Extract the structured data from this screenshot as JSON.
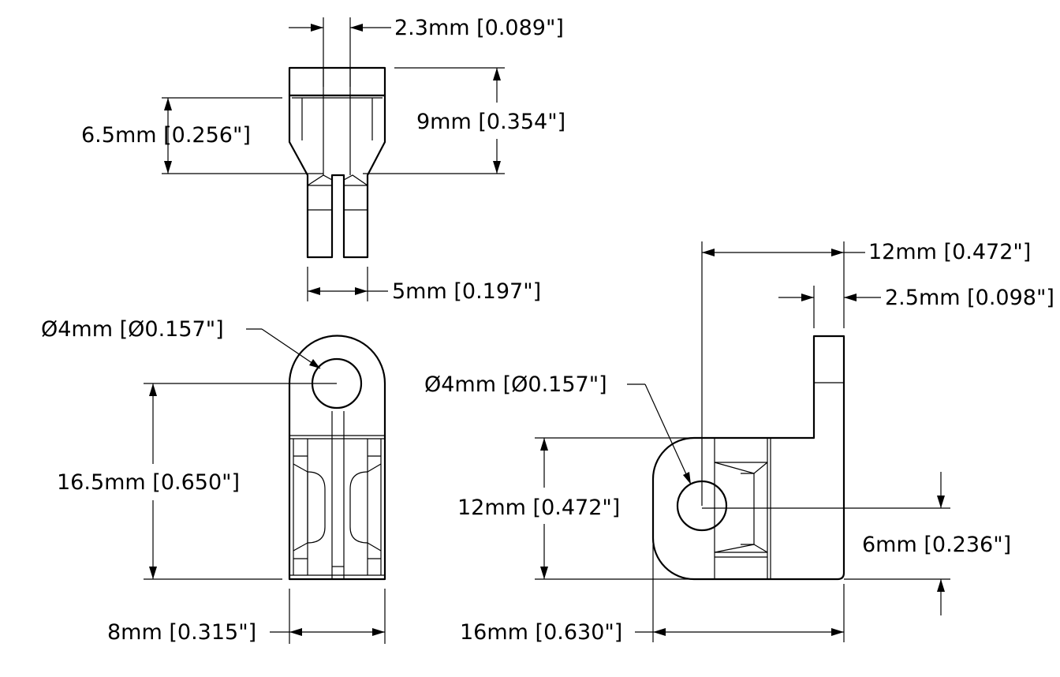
{
  "dimensions": {
    "top_slot_width": "2.3mm [0.089\"]",
    "top_height": "9mm [0.354\"]",
    "top_head_height": "6.5mm [0.256\"]",
    "top_prong_span": "5mm [0.197\"]",
    "front_hole_dia": "Ø4mm [Ø0.157\"]",
    "front_height": "16.5mm [0.650\"]",
    "front_width": "8mm [0.315\"]",
    "side_overall_width": "12mm [0.472\"]",
    "side_tab_thickness": "2.5mm [0.098\"]",
    "side_hole_dia": "Ø4mm [Ø0.157\"]",
    "side_height": "12mm [0.472\"]",
    "side_hole_offset": "6mm [0.236\"]",
    "side_length": "16mm [0.630\"]"
  }
}
